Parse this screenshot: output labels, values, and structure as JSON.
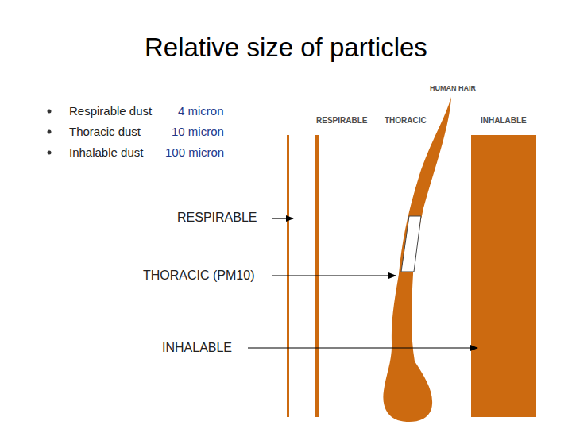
{
  "diagram": {
    "title": "Relative size of particles",
    "labels": [
      "Respirable dust",
      "4 micron",
      "Thoracic dust",
      "10 micron",
      "Inhalable dust",
      "100 micron",
      "HUMAN HAIR",
      "RESPIRABLE",
      "THORACIC",
      "INHALABLE",
      "RESPIRABLE",
      "THORACIC (PM10)",
      "INHALABLE"
    ]
  }
}
